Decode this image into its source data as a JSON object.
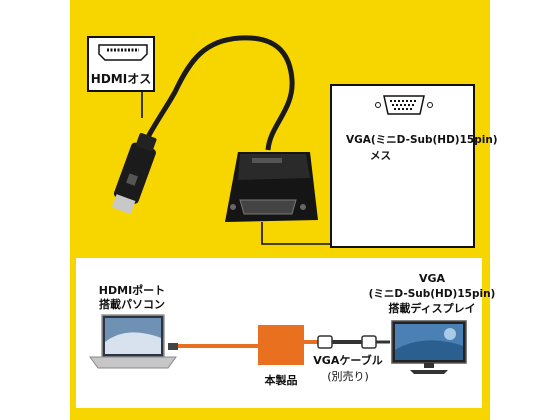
{
  "callouts": {
    "hdmi_male": "HDMIオス",
    "vga_line1": "VGA(ミニD-Sub(HD)15pin)",
    "vga_line2": "メス"
  },
  "diagram": {
    "pc_line1": "HDMIポート",
    "pc_line2": "搭載パソコン",
    "adapter_label": "本製品",
    "cable_line1": "VGAケーブル",
    "cable_line2": "(別売り)",
    "display_line1": "VGA",
    "display_line2": "(ミニD-Sub(HD)15pin)",
    "display_line3": "搭載ディスプレイ"
  },
  "colors": {
    "background": "#f7d600",
    "adapter": "#e8701f",
    "cable": "#1a1a1a"
  }
}
